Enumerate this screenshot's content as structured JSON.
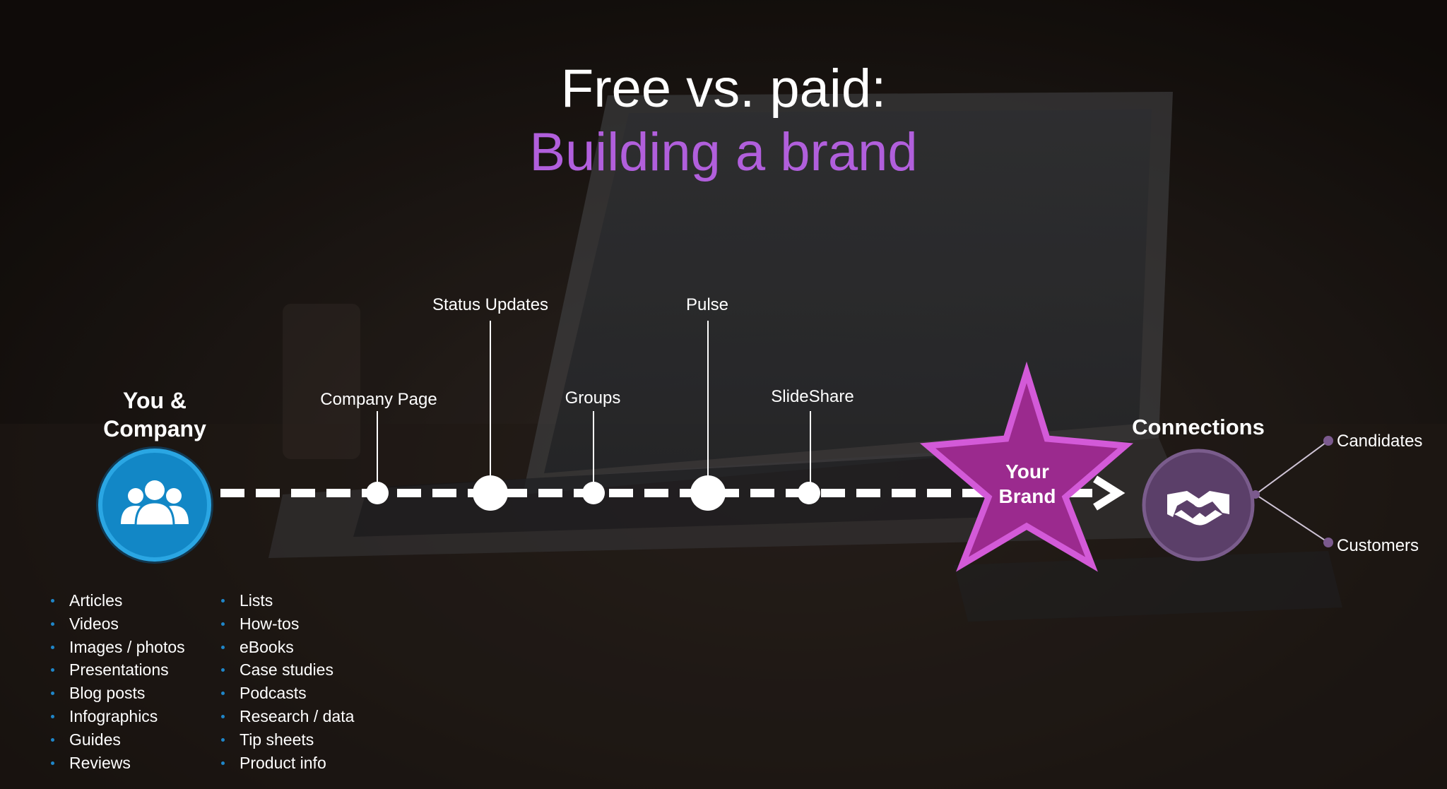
{
  "title": {
    "line1": "Free vs. paid:",
    "line2": "Building a brand"
  },
  "colors": {
    "title_accent": "#b15fdc",
    "star_fill": "#9b2a8e",
    "star_outline": "#d35ad8",
    "company_circle": "#1287c6",
    "connections_circle": "#5b3f69",
    "bullet": "#1f86c9"
  },
  "start_node": {
    "label_line1": "You &",
    "label_line2": "Company",
    "icon": "people-group-icon"
  },
  "timeline": {
    "milestones_top": [
      "Status Updates",
      "Pulse"
    ],
    "milestones_bottom": [
      "Company Page",
      "Groups",
      "SlideShare"
    ]
  },
  "brand": {
    "line1": "Your",
    "line2": "Brand",
    "icon": "star-icon"
  },
  "end_node": {
    "label": "Connections",
    "icon": "handshake-icon",
    "branches": [
      "Candidates",
      "Customers"
    ]
  },
  "content_types": {
    "column1": [
      "Articles",
      "Videos",
      "Images / photos",
      "Presentations",
      "Blog posts",
      "Infographics",
      "Guides",
      "Reviews"
    ],
    "column2": [
      "Lists",
      "How-tos",
      "eBooks",
      "Case studies",
      "Podcasts",
      "Research / data",
      "Tip sheets",
      "Product info"
    ]
  }
}
